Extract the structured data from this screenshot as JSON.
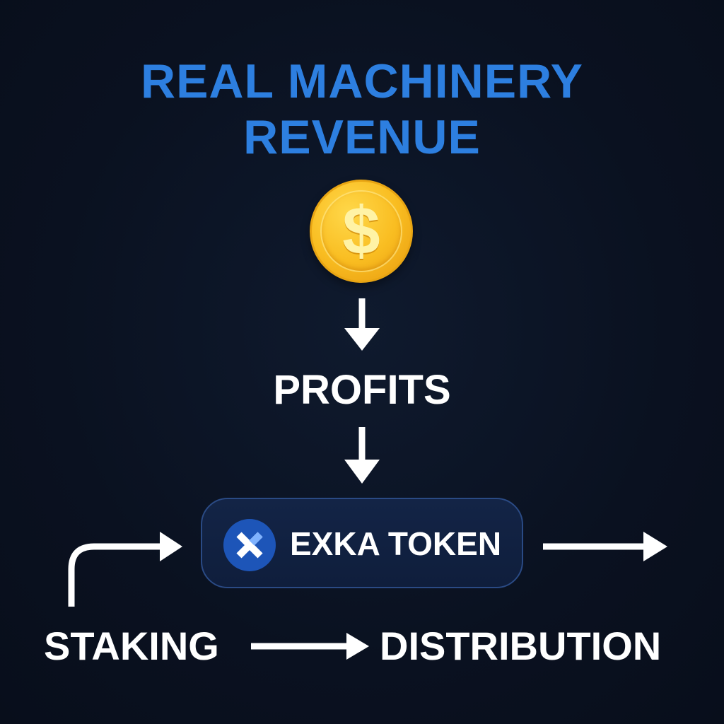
{
  "title": {
    "line1": "REAL MACHINERY",
    "line2": "REVENUE",
    "color": "#2d7fe0"
  },
  "coin": {
    "icon": "dollar-coin-icon",
    "glyph": "$"
  },
  "nodes": {
    "profits": "PROFITS",
    "token": "EXKA TOKEN",
    "token_icon": "x-logo-icon",
    "staking": "STAKING",
    "distribution": "DISTRIBUTION"
  },
  "colors": {
    "background": "#0a1120",
    "text": "#ffffff",
    "token_box_border": "#2a4a84",
    "token_icon": "#1d55b8",
    "coin_gold": "#f9bd21"
  }
}
